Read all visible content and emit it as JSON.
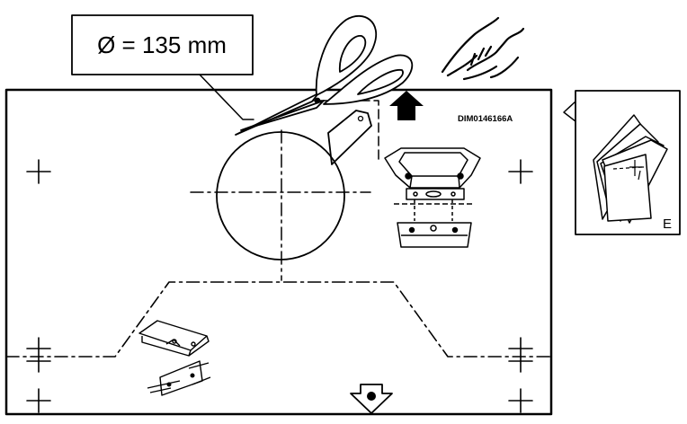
{
  "diameter_label": "Ø = 135 mm",
  "drawing_code": "DIM0146166A",
  "booklet_letter": "E",
  "colors": {
    "line": "#000000",
    "background": "#ffffff"
  },
  "icons": {
    "cut_tool": "scissors-icon",
    "touch": "hand-pointing-icon",
    "direction": "arrow-up-icon",
    "down_marker": "arrow-down-dot-icon",
    "manual": "booklet-icon"
  }
}
